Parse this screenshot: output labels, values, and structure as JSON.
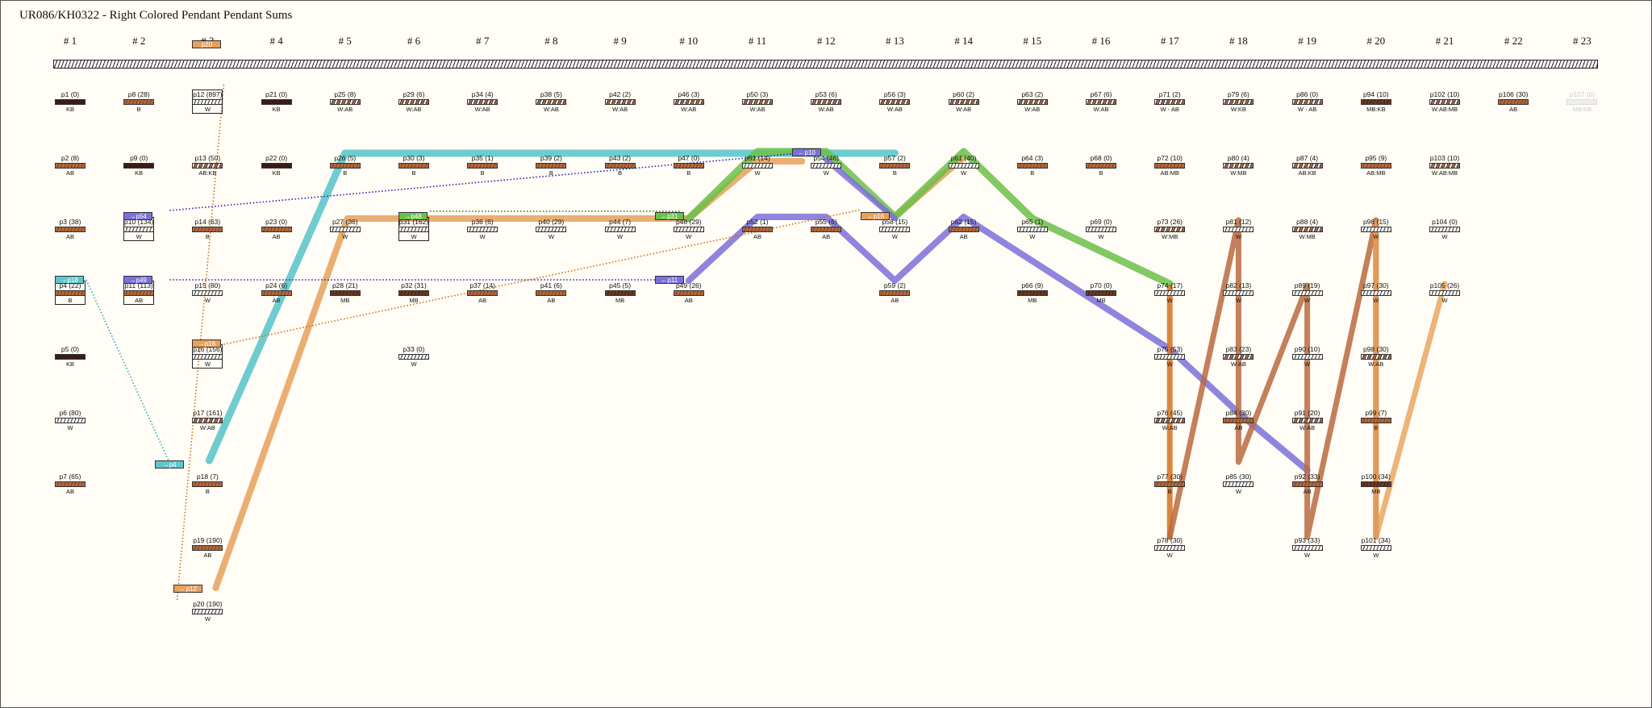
{
  "title": "UR086/KH0322 - Right Colored Pendant Pendant Sums",
  "colors": {
    "bg": "#fffdf5",
    "teal": "#5ec7cc",
    "orange": "#e8a05a",
    "violet": "#7b70d9",
    "green": "#6cc04a",
    "brown": "#b86a3f",
    "darkorange": "#d9782a"
  },
  "columns": [
    "# 1",
    "# 2",
    "# 3",
    "# 4",
    "# 5",
    "# 6",
    "# 7",
    "# 8",
    "# 9",
    "# 10",
    "# 11",
    "# 12",
    "# 13",
    "# 14",
    "# 15",
    "# 16",
    "# 17",
    "# 18",
    "# 19",
    "# 20",
    "# 21",
    "# 22",
    "# 23"
  ],
  "pendants": [
    {
      "id": "p1",
      "label": "p1 (0)",
      "color": "KB",
      "col": 1,
      "row": 1,
      "fill": "dark"
    },
    {
      "id": "p2",
      "label": "p2 (8)",
      "color": "AB",
      "col": 1,
      "row": 2,
      "fill": "brown"
    },
    {
      "id": "p3",
      "label": "p3 (38)",
      "color": "AB",
      "col": 1,
      "row": 3,
      "fill": "brown"
    },
    {
      "id": "p4",
      "label": "p4 (22)",
      "color": "B",
      "col": 1,
      "row": 4,
      "fill": "brown",
      "boxed": true
    },
    {
      "id": "p5",
      "label": "p5 (0)",
      "color": "KB",
      "col": 1,
      "row": 5,
      "fill": "dark"
    },
    {
      "id": "p6",
      "label": "p6 (80)",
      "color": "W",
      "col": 1,
      "row": 6,
      "fill": "white"
    },
    {
      "id": "p7",
      "label": "p7 (65)",
      "color": "AB",
      "col": 1,
      "row": 7,
      "fill": "brown"
    },
    {
      "id": "p8",
      "label": "p8 (28)",
      "color": "B",
      "col": 2,
      "row": 1,
      "fill": "brown"
    },
    {
      "id": "p9",
      "label": "p9 (0)",
      "color": "KB",
      "col": 2,
      "row": 2,
      "fill": "dark"
    },
    {
      "id": "p10",
      "label": "p10 (134)",
      "color": "W",
      "col": 2,
      "row": 3,
      "fill": "white",
      "boxed": true
    },
    {
      "id": "p11",
      "label": "p11 (113)",
      "color": "AB",
      "col": 2,
      "row": 4,
      "fill": "brown",
      "boxed": true
    },
    {
      "id": "p12",
      "label": "p12 (897)",
      "color": "W",
      "col": 3,
      "row": 1,
      "fill": "white",
      "boxed": true
    },
    {
      "id": "p13",
      "label": "p13 (50)",
      "color": "AB:KB",
      "col": 3,
      "row": 2,
      "fill": "mix"
    },
    {
      "id": "p14",
      "label": "p14 (63)",
      "color": "B",
      "col": 3,
      "row": 3,
      "fill": "brown"
    },
    {
      "id": "p15",
      "label": "p15 (80)",
      "color": "W",
      "col": 3,
      "row": 4,
      "fill": "white"
    },
    {
      "id": "p16",
      "label": "p16 (156)",
      "color": "W",
      "col": 3,
      "row": 5,
      "fill": "white",
      "boxed": true
    },
    {
      "id": "p17",
      "label": "p17 (161)",
      "color": "W:AB",
      "col": 3,
      "row": 6,
      "fill": "mix"
    },
    {
      "id": "p18",
      "label": "p18 (7)",
      "color": "B",
      "col": 3,
      "row": 7,
      "fill": "brown"
    },
    {
      "id": "p19",
      "label": "p19 (190)",
      "color": "AB",
      "col": 3,
      "row": 8,
      "fill": "brown"
    },
    {
      "id": "p20",
      "label": "p20 (190)",
      "color": "W",
      "col": 3,
      "row": 9,
      "fill": "white"
    },
    {
      "id": "p21",
      "label": "p21 (0)",
      "color": "KB",
      "col": 4,
      "row": 1,
      "fill": "dark"
    },
    {
      "id": "p22",
      "label": "p22 (0)",
      "color": "KB",
      "col": 4,
      "row": 2,
      "fill": "dark"
    },
    {
      "id": "p23",
      "label": "p23 (0)",
      "color": "AB",
      "col": 4,
      "row": 3,
      "fill": "brown"
    },
    {
      "id": "p24",
      "label": "p24 (6)",
      "color": "AB",
      "col": 4,
      "row": 4,
      "fill": "brown"
    },
    {
      "id": "p25",
      "label": "p25 (8)",
      "color": "W:AB",
      "col": 5,
      "row": 1,
      "fill": "mix"
    },
    {
      "id": "p26",
      "label": "p26 (5)",
      "color": "B",
      "col": 5,
      "row": 2,
      "fill": "brown"
    },
    {
      "id": "p27",
      "label": "p27 (36)",
      "color": "W",
      "col": 5,
      "row": 3,
      "fill": "white"
    },
    {
      "id": "p28",
      "label": "p28 (21)",
      "color": "MB",
      "col": 5,
      "row": 4,
      "fill": "darkbrown"
    },
    {
      "id": "p29",
      "label": "p29 (6)",
      "color": "W:AB",
      "col": 6,
      "row": 1,
      "fill": "mix"
    },
    {
      "id": "p30",
      "label": "p30 (3)",
      "color": "B",
      "col": 6,
      "row": 2,
      "fill": "brown"
    },
    {
      "id": "p31",
      "label": "p31 (162)",
      "color": "W",
      "col": 6,
      "row": 3,
      "fill": "white",
      "boxed": true
    },
    {
      "id": "p32",
      "label": "p32 (31)",
      "color": "MB",
      "col": 6,
      "row": 4,
      "fill": "darkbrown"
    },
    {
      "id": "p33",
      "label": "p33 (0)",
      "color": "W",
      "col": 6,
      "row": 5,
      "fill": "white"
    },
    {
      "id": "p34",
      "label": "p34 (4)",
      "color": "W:AB",
      "col": 7,
      "row": 1,
      "fill": "mix"
    },
    {
      "id": "p35",
      "label": "p35 (1)",
      "color": "B",
      "col": 7,
      "row": 2,
      "fill": "brown"
    },
    {
      "id": "p36",
      "label": "p36 (6)",
      "color": "W",
      "col": 7,
      "row": 3,
      "fill": "white"
    },
    {
      "id": "p37",
      "label": "p37 (14)",
      "color": "AB",
      "col": 7,
      "row": 4,
      "fill": "brown"
    },
    {
      "id": "p38",
      "label": "p38 (5)",
      "color": "W:AB",
      "col": 8,
      "row": 1,
      "fill": "mix"
    },
    {
      "id": "p39",
      "label": "p39 (2)",
      "color": "B",
      "col": 8,
      "row": 2,
      "fill": "brown"
    },
    {
      "id": "p40",
      "label": "p40 (29)",
      "color": "W",
      "col": 8,
      "row": 3,
      "fill": "white"
    },
    {
      "id": "p41",
      "label": "p41 (6)",
      "color": "AB",
      "col": 8,
      "row": 4,
      "fill": "brown"
    },
    {
      "id": "p42",
      "label": "p42 (2)",
      "color": "W:AB",
      "col": 9,
      "row": 1,
      "fill": "mix"
    },
    {
      "id": "p43",
      "label": "p43 (2)",
      "color": "B",
      "col": 9,
      "row": 2,
      "fill": "brown"
    },
    {
      "id": "p44",
      "label": "p44 (7)",
      "color": "W",
      "col": 9,
      "row": 3,
      "fill": "white"
    },
    {
      "id": "p45",
      "label": "p45 (5)",
      "color": "MB",
      "col": 9,
      "row": 4,
      "fill": "darkbrown"
    },
    {
      "id": "p46",
      "label": "p46 (3)",
      "color": "W:AB",
      "col": 10,
      "row": 1,
      "fill": "mix"
    },
    {
      "id": "p47",
      "label": "p47 (0)",
      "color": "B",
      "col": 10,
      "row": 2,
      "fill": "brown"
    },
    {
      "id": "p48",
      "label": "p48 (29)",
      "color": "W",
      "col": 10,
      "row": 3,
      "fill": "white"
    },
    {
      "id": "p49",
      "label": "p49 (26)",
      "color": "AB",
      "col": 10,
      "row": 4,
      "fill": "brown"
    },
    {
      "id": "p50",
      "label": "p50 (3)",
      "color": "W:AB",
      "col": 11,
      "row": 1,
      "fill": "mix"
    },
    {
      "id": "p51",
      "label": "p51 (14)",
      "color": "W",
      "col": 11,
      "row": 2,
      "fill": "white"
    },
    {
      "id": "p52",
      "label": "p52 (1)",
      "color": "AB",
      "col": 11,
      "row": 3,
      "fill": "brown"
    },
    {
      "id": "p53",
      "label": "p53 (6)",
      "color": "W:AB",
      "col": 12,
      "row": 1,
      "fill": "mix"
    },
    {
      "id": "p54",
      "label": "p54 (46)",
      "color": "W",
      "col": 12,
      "row": 2,
      "fill": "white"
    },
    {
      "id": "p55",
      "label": "p55 (6)",
      "color": "AB",
      "col": 12,
      "row": 3,
      "fill": "brown"
    },
    {
      "id": "p56",
      "label": "p56 (3)",
      "color": "W:AB",
      "col": 13,
      "row": 1,
      "fill": "mix"
    },
    {
      "id": "p57",
      "label": "p57 (2)",
      "color": "B",
      "col": 13,
      "row": 2,
      "fill": "brown"
    },
    {
      "id": "p58",
      "label": "p58 (15)",
      "color": "W",
      "col": 13,
      "row": 3,
      "fill": "white"
    },
    {
      "id": "p59",
      "label": "p59 (2)",
      "color": "AB",
      "col": 13,
      "row": 4,
      "fill": "brown"
    },
    {
      "id": "p60",
      "label": "p60 (2)",
      "color": "W:AB",
      "col": 14,
      "row": 1,
      "fill": "mix"
    },
    {
      "id": "p61",
      "label": "p61 (40)",
      "color": "W",
      "col": 14,
      "row": 2,
      "fill": "white"
    },
    {
      "id": "p62",
      "label": "p62 (15)",
      "color": "AB",
      "col": 14,
      "row": 3,
      "fill": "brown"
    },
    {
      "id": "p63",
      "label": "p63 (2)",
      "color": "W:AB",
      "col": 15,
      "row": 1,
      "fill": "mix"
    },
    {
      "id": "p64",
      "label": "p64 (3)",
      "color": "B",
      "col": 15,
      "row": 2,
      "fill": "brown"
    },
    {
      "id": "p65",
      "label": "p65 (1)",
      "color": "W",
      "col": 15,
      "row": 3,
      "fill": "white"
    },
    {
      "id": "p66",
      "label": "p66 (9)",
      "color": "MB",
      "col": 15,
      "row": 4,
      "fill": "darkbrown"
    },
    {
      "id": "p67",
      "label": "p67 (6)",
      "color": "W:AB",
      "col": 16,
      "row": 1,
      "fill": "mix"
    },
    {
      "id": "p68",
      "label": "p68 (0)",
      "color": "B",
      "col": 16,
      "row": 2,
      "fill": "brown"
    },
    {
      "id": "p69",
      "label": "p69 (0)",
      "color": "W",
      "col": 16,
      "row": 3,
      "fill": "white"
    },
    {
      "id": "p70",
      "label": "p70 (0)",
      "color": "MB",
      "col": 16,
      "row": 4,
      "fill": "darkbrown"
    },
    {
      "id": "p71",
      "label": "p71 (2)",
      "color": "W - AB",
      "col": 17,
      "row": 1,
      "fill": "mix"
    },
    {
      "id": "p72",
      "label": "p72 (10)",
      "color": "AB:MB",
      "col": 17,
      "row": 2,
      "fill": "brown"
    },
    {
      "id": "p73",
      "label": "p73 (26)",
      "color": "W:MB",
      "col": 17,
      "row": 3,
      "fill": "mix"
    },
    {
      "id": "p74",
      "label": "p74 (17)",
      "color": "W",
      "col": 17,
      "row": 4,
      "fill": "white"
    },
    {
      "id": "p75",
      "label": "p75 (53)",
      "color": "W",
      "col": 17,
      "row": 5,
      "fill": "white"
    },
    {
      "id": "p76",
      "label": "p76 (45)",
      "color": "W:AB",
      "col": 17,
      "row": 6,
      "fill": "mix"
    },
    {
      "id": "p77",
      "label": "p77 (30)",
      "color": "B",
      "col": 17,
      "row": 7,
      "fill": "brown"
    },
    {
      "id": "p78",
      "label": "p78 (30)",
      "color": "W",
      "col": 17,
      "row": 8,
      "fill": "white"
    },
    {
      "id": "p79",
      "label": "p79 (6)",
      "color": "W:KB",
      "col": 18,
      "row": 1,
      "fill": "mix"
    },
    {
      "id": "p80",
      "label": "p80 (4)",
      "color": "W:MB",
      "col": 18,
      "row": 2,
      "fill": "mix"
    },
    {
      "id": "p81",
      "label": "p81 (12)",
      "color": "W",
      "col": 18,
      "row": 3,
      "fill": "white"
    },
    {
      "id": "p82",
      "label": "p82 (13)",
      "color": "W",
      "col": 18,
      "row": 4,
      "fill": "white"
    },
    {
      "id": "p83",
      "label": "p83 (23)",
      "color": "W:AB",
      "col": 18,
      "row": 5,
      "fill": "mix"
    },
    {
      "id": "p84",
      "label": "p84 (30)",
      "color": "AB",
      "col": 18,
      "row": 6,
      "fill": "brown"
    },
    {
      "id": "p85",
      "label": "p85 (30)",
      "color": "W",
      "col": 18,
      "row": 7,
      "fill": "white"
    },
    {
      "id": "p86",
      "label": "p86 (0)",
      "color": "W - AB",
      "col": 19,
      "row": 1,
      "fill": "mix"
    },
    {
      "id": "p87",
      "label": "p87 (4)",
      "color": "AB:KB",
      "col": 19,
      "row": 2,
      "fill": "mix"
    },
    {
      "id": "p88",
      "label": "p88 (4)",
      "color": "W:MB",
      "col": 19,
      "row": 3,
      "fill": "mix"
    },
    {
      "id": "p89",
      "label": "p89 (19)",
      "color": "W",
      "col": 19,
      "row": 4,
      "fill": "white"
    },
    {
      "id": "p90",
      "label": "p90 (10)",
      "color": "W",
      "col": 19,
      "row": 5,
      "fill": "white"
    },
    {
      "id": "p91",
      "label": "p91 (20)",
      "color": "W:AB",
      "col": 19,
      "row": 6,
      "fill": "mix"
    },
    {
      "id": "p92",
      "label": "p92 (33)",
      "color": "AB",
      "col": 19,
      "row": 7,
      "fill": "brown"
    },
    {
      "id": "p93",
      "label": "p93 (33)",
      "color": "W",
      "col": 19,
      "row": 8,
      "fill": "white"
    },
    {
      "id": "p94",
      "label": "p94 (10)",
      "color": "MB:KB",
      "col": 20,
      "row": 1,
      "fill": "darkbrown"
    },
    {
      "id": "p95",
      "label": "p95 (9)",
      "color": "AB:MB",
      "col": 20,
      "row": 2,
      "fill": "brown"
    },
    {
      "id": "p96",
      "label": "p96 (15)",
      "color": "W",
      "col": 20,
      "row": 3,
      "fill": "white"
    },
    {
      "id": "p97",
      "label": "p97 (30)",
      "color": "W",
      "col": 20,
      "row": 4,
      "fill": "white"
    },
    {
      "id": "p98",
      "label": "p98 (30)",
      "color": "W:AB",
      "col": 20,
      "row": 5,
      "fill": "mix"
    },
    {
      "id": "p99",
      "label": "p99 (7)",
      "color": "B",
      "col": 20,
      "row": 6,
      "fill": "brown"
    },
    {
      "id": "p100",
      "label": "p100 (34)",
      "color": "MB",
      "col": 20,
      "row": 7,
      "fill": "darkbrown"
    },
    {
      "id": "p101",
      "label": "p101 (34)",
      "color": "W",
      "col": 20,
      "row": 8,
      "fill": "white"
    },
    {
      "id": "p102",
      "label": "p102 (10)",
      "color": "W:AB:MB",
      "col": 21,
      "row": 1,
      "fill": "mix"
    },
    {
      "id": "p103",
      "label": "p103 (10)",
      "color": "W:AB:MB",
      "col": 21,
      "row": 2,
      "fill": "mix"
    },
    {
      "id": "p104",
      "label": "p104 (0)",
      "color": "W",
      "col": 21,
      "row": 3,
      "fill": "white"
    },
    {
      "id": "p105",
      "label": "p105 (26)",
      "color": "W",
      "col": 21,
      "row": 4,
      "fill": "white"
    },
    {
      "id": "p106",
      "label": "p106 (30)",
      "color": "AB",
      "col": 22,
      "row": 1,
      "fill": "brown"
    },
    {
      "id": "p107",
      "label": "p107 (0)",
      "color": "MB:KB",
      "col": 23,
      "row": 1,
      "fill": "white",
      "dim": true
    }
  ],
  "tags": [
    {
      "text": "p20",
      "col": 3,
      "row": 0.15,
      "color": "orange",
      "side": "mid"
    },
    {
      "text": "→p18",
      "col": 1,
      "row": 3.85,
      "color": "teal",
      "side": "mid"
    },
    {
      "text": "→p54",
      "col": 2,
      "row": 2.85,
      "color": "violet",
      "side": "mid"
    },
    {
      "text": "→p49",
      "col": 2,
      "row": 3.85,
      "color": "violet",
      "side": "mid"
    },
    {
      "text": "→p48",
      "col": 6,
      "row": 2.85,
      "color": "green",
      "side": "mid"
    },
    {
      "text": "→p16",
      "col": 3,
      "row": 4.85,
      "color": "orange",
      "side": "mid"
    },
    {
      "text": "→p4",
      "col": 2,
      "row": 6.75,
      "color": "teal",
      "side": "right"
    },
    {
      "text": "←p12",
      "col": 3,
      "row": 8.7,
      "color": "orange",
      "side": "left"
    },
    {
      "text": "←p31",
      "col": 10,
      "row": 2.85,
      "color": "green",
      "side": "left"
    },
    {
      "text": "←p11",
      "col": 10,
      "row": 3.85,
      "color": "violet",
      "side": "left"
    },
    {
      "text": "←p10",
      "col": 12,
      "row": 1.85,
      "color": "violet",
      "side": "left"
    },
    {
      "text": "←p16",
      "col": 13,
      "row": 2.85,
      "color": "orange",
      "side": "left"
    }
  ]
}
